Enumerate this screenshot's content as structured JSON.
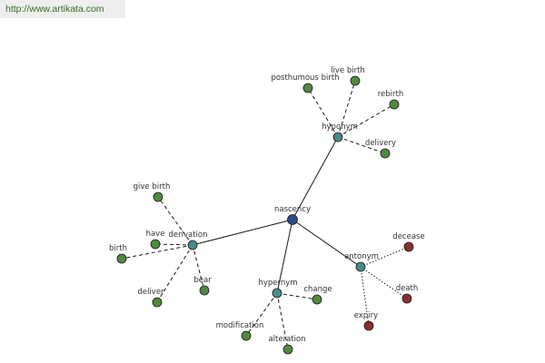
{
  "source_link": {
    "text": "http://www.artikata.com"
  },
  "colors": {
    "center": "#2d4a8a",
    "relation": "#4a8a8a",
    "term_green": "#4f8a3f",
    "term_red": "#8a2f2f"
  },
  "nodes": [
    {
      "id": "nascency",
      "label": "nascency",
      "kind": "center"
    },
    {
      "id": "hyponym",
      "label": "hyponym",
      "kind": "relation"
    },
    {
      "id": "derivation",
      "label": "derivation",
      "kind": "relation"
    },
    {
      "id": "hypernym",
      "label": "hypernym",
      "kind": "relation"
    },
    {
      "id": "antonym",
      "label": "antonym",
      "kind": "relation"
    },
    {
      "id": "posthumous-birth",
      "label": "posthumous birth",
      "kind": "term_green"
    },
    {
      "id": "live-birth",
      "label": "live birth",
      "kind": "term_green"
    },
    {
      "id": "rebirth",
      "label": "rebirth",
      "kind": "term_green"
    },
    {
      "id": "delivery",
      "label": "delivery",
      "kind": "term_green"
    },
    {
      "id": "give-birth",
      "label": "give birth",
      "kind": "term_green"
    },
    {
      "id": "have",
      "label": "have",
      "kind": "term_green"
    },
    {
      "id": "birth",
      "label": "birth",
      "kind": "term_green"
    },
    {
      "id": "deliver",
      "label": "deliver",
      "kind": "term_green"
    },
    {
      "id": "bear",
      "label": "bear",
      "kind": "term_green"
    },
    {
      "id": "change",
      "label": "change",
      "kind": "term_green"
    },
    {
      "id": "modification",
      "label": "modification",
      "kind": "term_green"
    },
    {
      "id": "alteration",
      "label": "alteration",
      "kind": "term_green"
    },
    {
      "id": "decease",
      "label": "decease",
      "kind": "term_red"
    },
    {
      "id": "death",
      "label": "death",
      "kind": "term_red"
    },
    {
      "id": "expiry",
      "label": "expiry",
      "kind": "term_red"
    }
  ],
  "edges": [
    {
      "from": "nascency",
      "to": "hyponym",
      "style": "solid"
    },
    {
      "from": "nascency",
      "to": "derivation",
      "style": "solid"
    },
    {
      "from": "nascency",
      "to": "hypernym",
      "style": "solid"
    },
    {
      "from": "nascency",
      "to": "antonym",
      "style": "solid"
    },
    {
      "from": "hyponym",
      "to": "posthumous-birth",
      "style": "dashed"
    },
    {
      "from": "hyponym",
      "to": "live-birth",
      "style": "dashed"
    },
    {
      "from": "hyponym",
      "to": "rebirth",
      "style": "dashed"
    },
    {
      "from": "hyponym",
      "to": "delivery",
      "style": "dashed"
    },
    {
      "from": "derivation",
      "to": "give-birth",
      "style": "dashed"
    },
    {
      "from": "derivation",
      "to": "have",
      "style": "dashed"
    },
    {
      "from": "derivation",
      "to": "birth",
      "style": "dashed"
    },
    {
      "from": "derivation",
      "to": "deliver",
      "style": "dashed"
    },
    {
      "from": "derivation",
      "to": "bear",
      "style": "dashed"
    },
    {
      "from": "hypernym",
      "to": "change",
      "style": "dashed"
    },
    {
      "from": "hypernym",
      "to": "modification",
      "style": "dashed"
    },
    {
      "from": "hypernym",
      "to": "alteration",
      "style": "dashed"
    },
    {
      "from": "antonym",
      "to": "decease",
      "style": "dotted"
    },
    {
      "from": "antonym",
      "to": "death",
      "style": "dotted"
    },
    {
      "from": "antonym",
      "to": "expiry",
      "style": "dotted"
    }
  ]
}
